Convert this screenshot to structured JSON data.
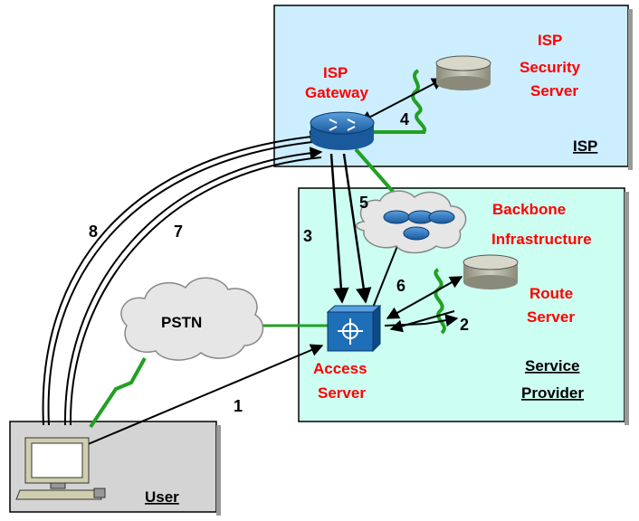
{
  "zones": {
    "isp": {
      "label": "ISP",
      "color": "#cceeff"
    },
    "provider": {
      "label_line1": "Service",
      "label_line2": "Provider",
      "color": "#ccfff2"
    },
    "user": {
      "label": "User",
      "color": "#d4d4d4"
    }
  },
  "nodes": {
    "isp_gateway": {
      "line1": "ISP",
      "line2": "Gateway"
    },
    "isp_security_server": {
      "line1": "ISP",
      "line2": "Security",
      "line3": "Server"
    },
    "backbone": {
      "line1": "Backbone",
      "line2": "Infrastructure"
    },
    "route_server": {
      "line1": "Route",
      "line2": "Server"
    },
    "access_server": {
      "line1": "Access",
      "line2": "Server"
    },
    "pstn": {
      "label": "PSTN"
    }
  },
  "steps": [
    "1",
    "2",
    "3",
    "4",
    "5",
    "6",
    "7",
    "8"
  ],
  "colors": {
    "label_red": "#ff0000",
    "link_green": "#22a022",
    "router_blue": "#1f6fb8",
    "cloud_gray": "#e6e6e6"
  }
}
